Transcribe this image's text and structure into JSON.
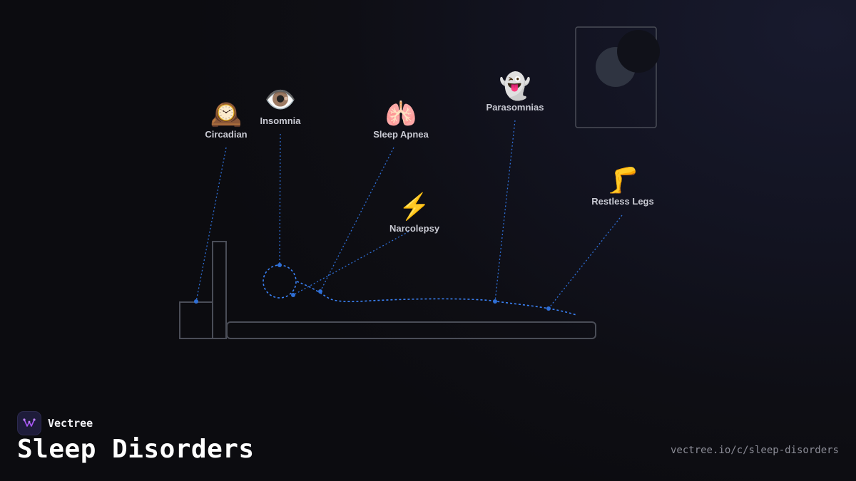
{
  "title": "Sleep Disorders",
  "brand": {
    "name": "Vectree",
    "logo_icon": "vectree-logo-icon"
  },
  "url": "vectree.io/c/sleep-disorders",
  "colors": {
    "accent": "#3b82f6",
    "outline": "#4a4d57",
    "moon": "#2f3441",
    "background": "#0e0e14"
  },
  "scene": {
    "moon_icon": "moon-icon",
    "bed_icon": "bed-outline-icon",
    "sleeper_icon": "sleeping-person-outline"
  },
  "nodes": [
    {
      "id": "circadian",
      "label": "Circadian",
      "emoji": "🕰️",
      "icon": "mantel-clock-icon"
    },
    {
      "id": "insomnia",
      "label": "Insomnia",
      "emoji": "👁️",
      "icon": "eye-icon"
    },
    {
      "id": "sleep-apnea",
      "label": "Sleep Apnea",
      "emoji": "🫁",
      "icon": "lungs-icon"
    },
    {
      "id": "narcolepsy",
      "label": "Narcolepsy",
      "emoji": "⚡",
      "icon": "lightning-icon"
    },
    {
      "id": "parasomnias",
      "label": "Parasomnias",
      "emoji": "👻",
      "icon": "ghost-icon"
    },
    {
      "id": "restless-legs",
      "label": "Restless Legs",
      "emoji": "🦵",
      "icon": "leg-icon"
    }
  ]
}
